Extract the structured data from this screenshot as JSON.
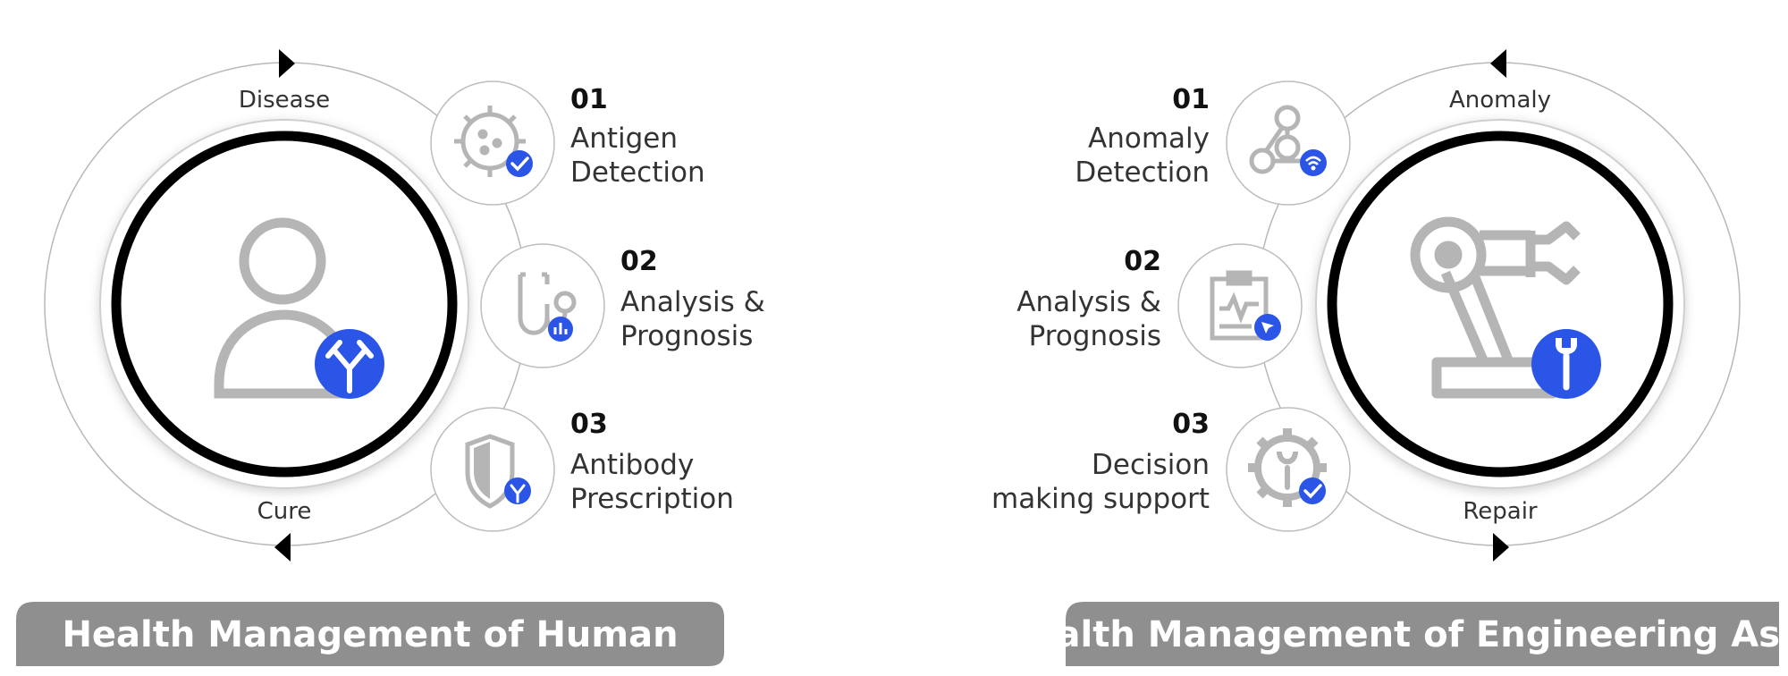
{
  "left": {
    "cycle_top": "Disease",
    "cycle_bottom": "Cure",
    "steps": [
      {
        "num": "01",
        "line1": "Antigen",
        "line2": "Detection"
      },
      {
        "num": "02",
        "line1": "Analysis &",
        "line2": "Prognosis"
      },
      {
        "num": "03",
        "line1": "Antibody",
        "line2": "Prescription"
      }
    ],
    "banner": "Health Management of Human"
  },
  "right": {
    "cycle_top": "Anomaly",
    "cycle_bottom": "Repair",
    "steps": [
      {
        "num": "01",
        "line1": "Anomaly",
        "line2": "Detection"
      },
      {
        "num": "02",
        "line1": "Analysis &",
        "line2": "Prognosis"
      },
      {
        "num": "03",
        "line1": "Decision",
        "line2": "making support"
      }
    ],
    "banner": "Health Management of Engineering Asset"
  },
  "colors": {
    "accent_blue": "#2b55e6",
    "icon_gray": "#b5b5b5",
    "banner_gray": "#8f8f8f",
    "ring_black": "#000000"
  },
  "icons": {
    "left_center": "person-icon",
    "left_badge": "antibody-icon",
    "left_steps": [
      "virus-icon",
      "stethoscope-icon",
      "shield-icon"
    ],
    "right_center": "robot-arm-icon",
    "right_badge": "wrench-icon",
    "right_steps": [
      "molecule-icon",
      "clipboard-icon",
      "gear-wrench-icon"
    ]
  }
}
